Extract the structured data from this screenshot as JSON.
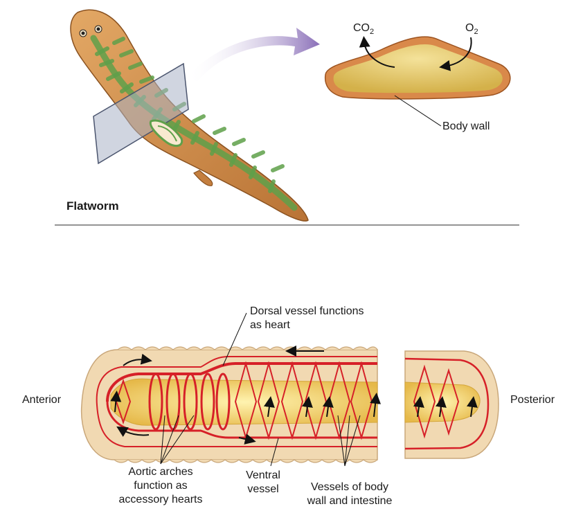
{
  "flatworm": {
    "title": "Flatworm",
    "gas_out": {
      "base": "CO",
      "sub": "2"
    },
    "gas_in": {
      "base": "O",
      "sub": "2"
    },
    "body_wall_label": "Body wall"
  },
  "earthworm": {
    "anterior_label": "Anterior",
    "posterior_label": "Posterior",
    "dorsal_label": "Dorsal vessel functions\nas heart",
    "aortic_label": "Aortic arches\nfunction as\naccessory hearts",
    "ventral_label": "Ventral\nvessel",
    "vessels_label": "Vessels of body\nwall and intestine"
  },
  "colors": {
    "flatworm_body": "#c98a4a",
    "gut": "#5fa04a",
    "vessel_red": "#d62028",
    "earthworm_body": "#f1d9b2",
    "section_fill": "#e8cf78",
    "arrow_purple": "#8a6fb8"
  }
}
